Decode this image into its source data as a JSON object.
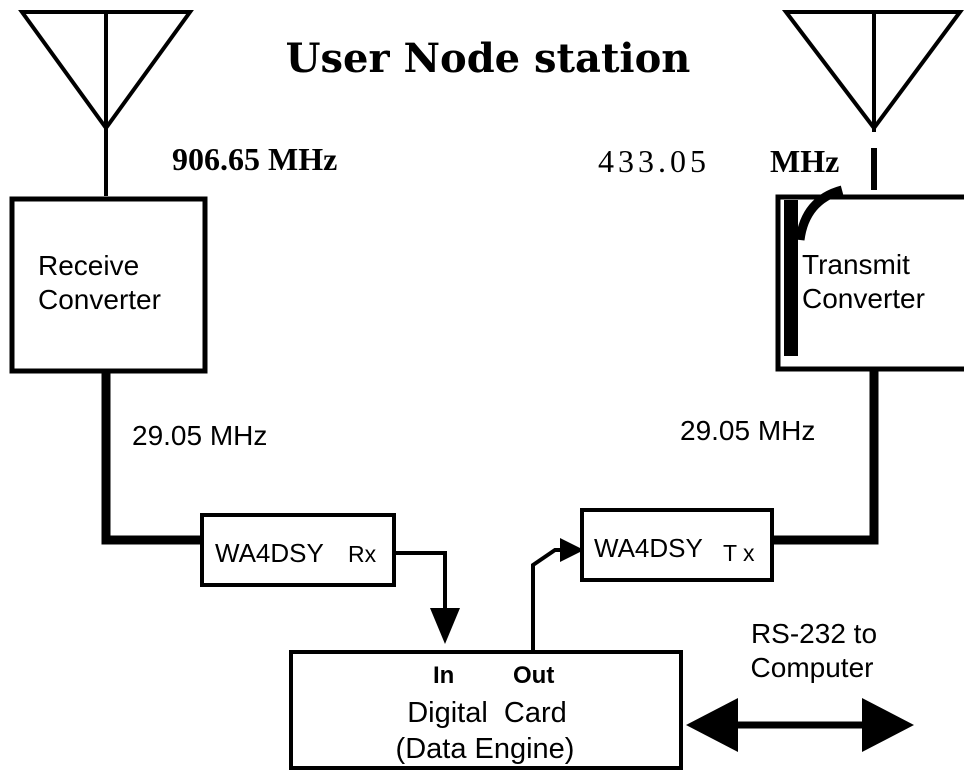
{
  "title": "User Node station",
  "frequencies": {
    "rx_antenna": "906.65 MHz",
    "tx_antenna_value": "433.05",
    "tx_antenna_unit": "MHz",
    "rx_if": "29.05 MHz",
    "tx_if": "29.05 MHz"
  },
  "receive_converter": {
    "line1": "Receive",
    "line2": "Converter"
  },
  "transmit_converter": {
    "line1": "Transmit",
    "line2": "Converter"
  },
  "rx_modem": {
    "name": "WA4DSY",
    "suffix": "Rx"
  },
  "tx_modem": {
    "name": "WA4DSY",
    "suffix": "T x"
  },
  "digital_card": {
    "in_label": "In",
    "out_label": "Out",
    "line1": "Digital  Card",
    "line2": "(Data Engine)"
  },
  "rs232": {
    "line1": "RS-232 to",
    "line2": "Computer"
  }
}
